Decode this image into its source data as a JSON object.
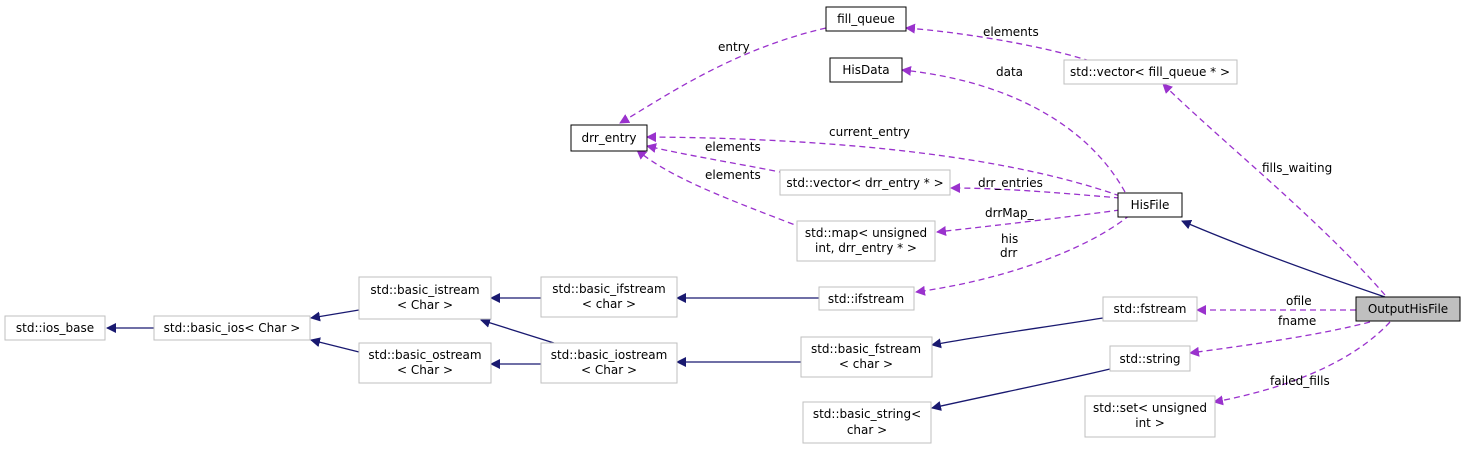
{
  "nodes": {
    "fill_queue": "fill_queue",
    "HisData": "HisData",
    "vector_fill_queue": "std::vector< fill_queue * >",
    "drr_entry": "drr_entry",
    "vector_drr_entry": "std::vector< drr_entry * >",
    "map_line1": "std::map< unsigned",
    "map_line2": "int, drr_entry * >",
    "HisFile": "HisFile",
    "ifstream": "std::ifstream",
    "basic_ifstream_line1": "std::basic_ifstream",
    "basic_ifstream_line2": "< char >",
    "basic_istream_line1": "std::basic_istream",
    "basic_istream_line2": "< Char >",
    "ios_base": "std::ios_base",
    "basic_ios": "std::basic_ios< Char >",
    "basic_ostream_line1": "std::basic_ostream",
    "basic_ostream_line2": "< Char >",
    "basic_iostream_line1": "std::basic_iostream",
    "basic_iostream_line2": "< Char >",
    "basic_fstream_line1": "std::basic_fstream",
    "basic_fstream_line2": "< char >",
    "fstream": "std::fstream",
    "OutputHisFile": "OutputHisFile",
    "string": "std::string",
    "basic_string_line1": "std::basic_string<",
    "basic_string_line2": "char >",
    "set_line1": "std::set< unsigned",
    "set_line2": "int >"
  },
  "edge_labels": {
    "entry": "entry",
    "elements_top": "elements",
    "data": "data",
    "current_entry": "current_entry",
    "elements_vec": "elements",
    "elements_map": "elements",
    "drr_entries": "drr_entries",
    "drrMap": "drrMap_",
    "his": "his",
    "drr": "drr",
    "fills_waiting": "fills_waiting",
    "ofile": "ofile",
    "fname": "fname",
    "failed_fills": "failed_fills"
  },
  "colors": {
    "inheritance": "#191970",
    "usage": "#9a32cd",
    "node_border": "#bfbfbf",
    "selected_fill": "#bfbfbf"
  }
}
